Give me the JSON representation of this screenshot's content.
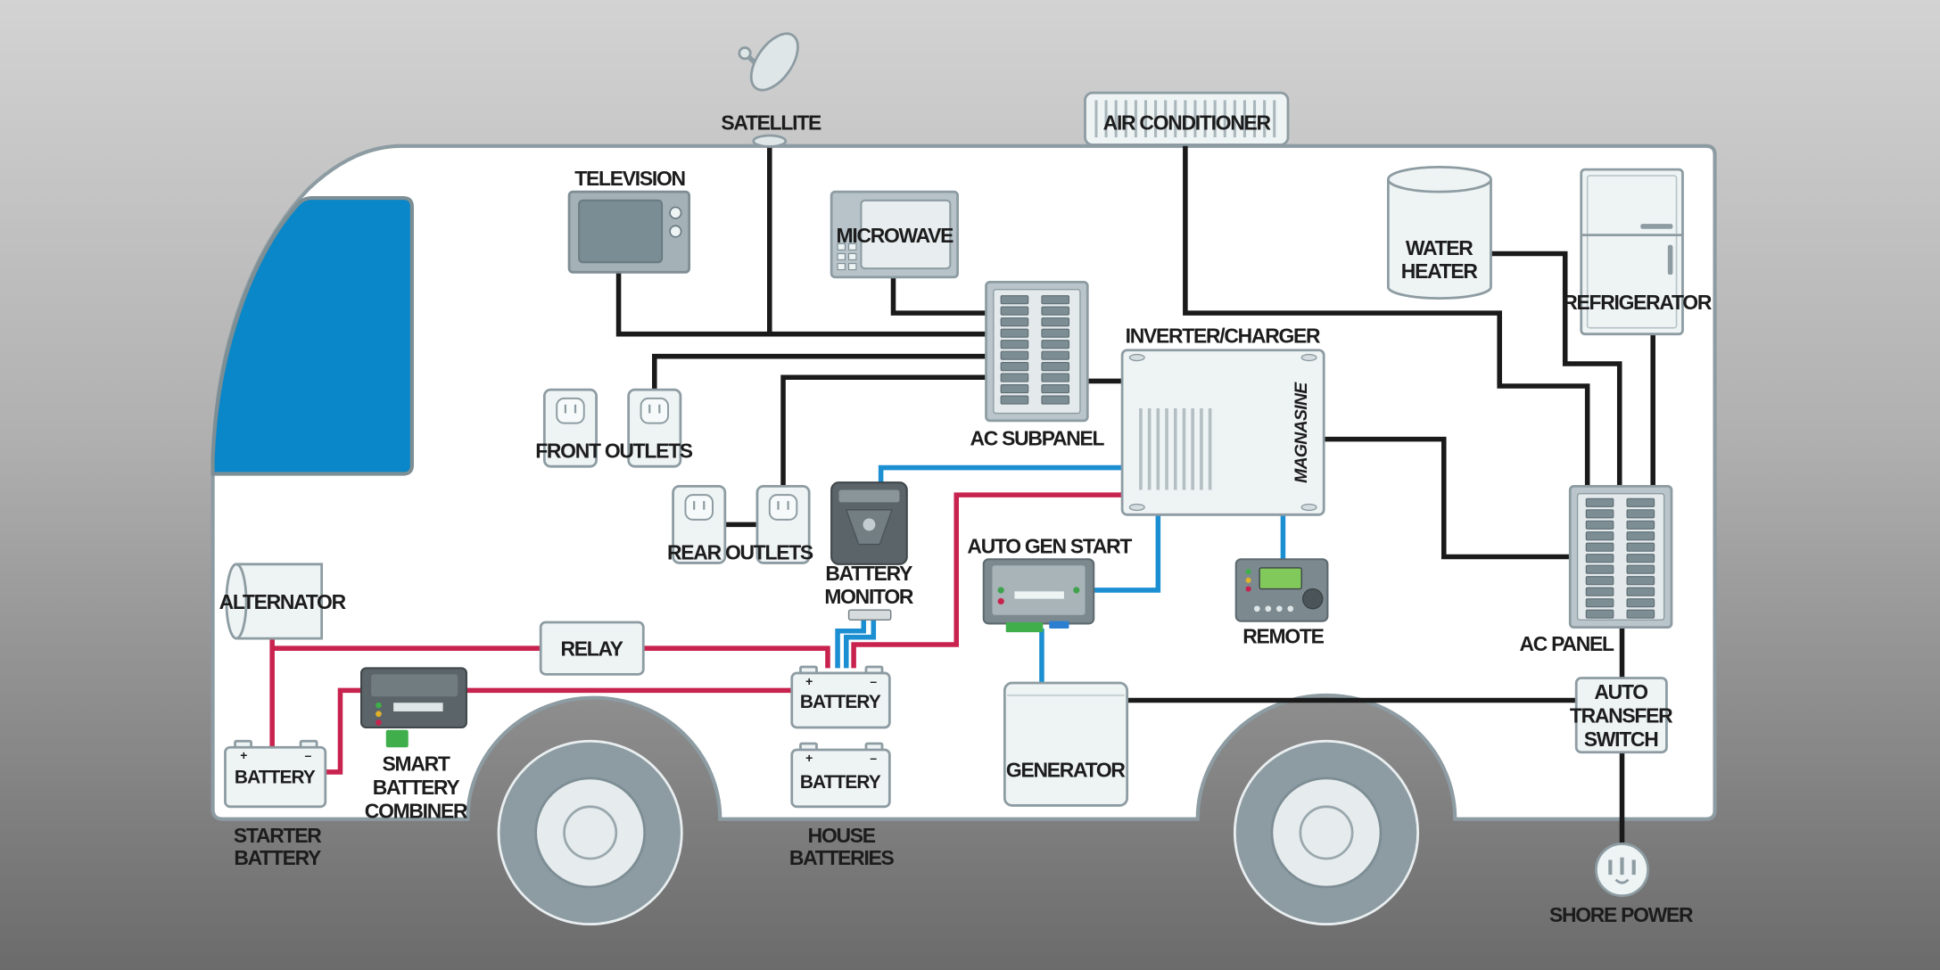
{
  "diagram": {
    "labels": {
      "satellite": "SATELLITE",
      "air_conditioner": "AIR CONDITIONER",
      "television": "TELEVISION",
      "microwave": "MICROWAVE",
      "water_heater": [
        "WATER",
        "HEATER"
      ],
      "refrigerator": "REFRIGERATOR",
      "inverter_charger": "INVERTER/CHARGER",
      "ac_subpanel": "AC SUBPANEL",
      "front_outlets": "FRONT OUTLETS",
      "rear_outlets": "REAR OUTLETS",
      "battery_monitor": [
        "BATTERY",
        "MONITOR"
      ],
      "auto_gen_start": "AUTO GEN START",
      "remote": "REMOTE",
      "ac_panel": "AC PANEL",
      "auto_transfer_switch": [
        "AUTO",
        "TRANSFER",
        "SWITCH"
      ],
      "shore_power": "SHORE POWER",
      "alternator": "ALTERNATOR",
      "relay": "RELAY",
      "smart_battery_combiner": [
        "SMART",
        "BATTERY",
        "COMBINER"
      ],
      "battery": "BATTERY",
      "starter_battery": [
        "STARTER",
        "BATTERY"
      ],
      "house_batteries": [
        "HOUSE",
        "BATTERIES"
      ],
      "generator": "GENERATOR"
    },
    "battery_terminals": {
      "positive": "+",
      "negative": "–"
    },
    "inverter_logo": "MAGNASINE"
  },
  "colors": {
    "wire_black": "#1a1a1a",
    "wire_red": "#c8234e",
    "wire_blue": "#1b8fd2",
    "windshield": "#0a87c8",
    "rv_body": "#ffffff",
    "rv_outline": "#8d9ca2"
  }
}
